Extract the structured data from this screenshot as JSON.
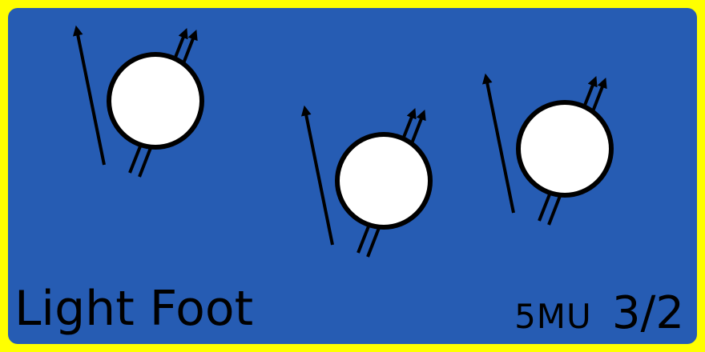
{
  "card": {
    "title": "Light Foot",
    "cost_type": "5MU",
    "cost_value": "3/2",
    "colors": {
      "border": "#ffff00",
      "background": "#265cb3",
      "ball": "#ffffff",
      "outline": "#000000",
      "arrow": "#000000"
    },
    "art": {
      "icons": [
        "ball-icon",
        "ball-icon",
        "ball-icon",
        "arrow-icon"
      ]
    }
  }
}
